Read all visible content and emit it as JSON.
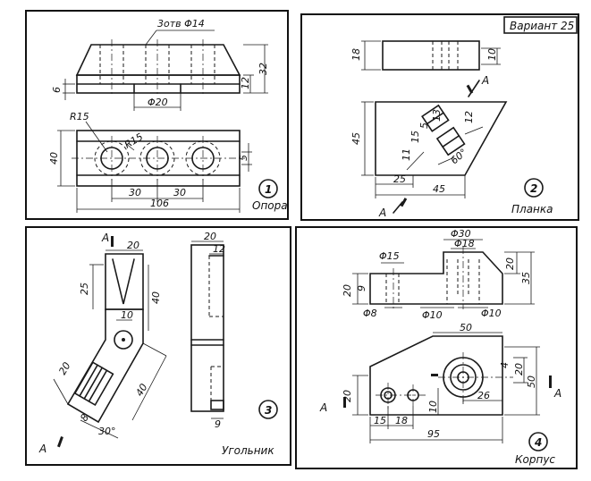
{
  "variant_label": "Вариант 25",
  "panels": [
    {
      "number": "1",
      "name": "Опора",
      "dims": {
        "holes_note": "3отв Φ14",
        "h32": "32",
        "h12": "12",
        "h6": "6",
        "d20": "Φ20",
        "r15a": "R15",
        "r15b": "R15",
        "w40": "40",
        "w5": "5",
        "d30a": "30",
        "d30b": "30",
        "len": "106"
      }
    },
    {
      "number": "2",
      "name": "Планка",
      "dims": {
        "h18": "18",
        "h10": "10",
        "h45": "45",
        "d13": "13",
        "d12": "12",
        "d5": "5",
        "d15": "15",
        "d11": "11",
        "angle": "60°",
        "w25": "25",
        "w45": "45",
        "section_top": "A",
        "section_bottom": "A"
      }
    },
    {
      "number": "3",
      "name": "Угольник",
      "dims": {
        "w20": "20",
        "h25": "25",
        "h40": "40",
        "d10": "10",
        "d20": "20",
        "d40": "40",
        "d8": "8",
        "angle": "30°",
        "side20": "20",
        "side12": "12",
        "side9": "9",
        "section_top": "A",
        "section_bottom": "A"
      }
    },
    {
      "number": "4",
      "name": "Корпус",
      "dims": {
        "d30": "Φ30",
        "d18": "Φ18",
        "d15": "Φ15",
        "h20a": "20",
        "h9": "9",
        "h20b": "20",
        "h35": "35",
        "d8": "Φ8",
        "d10a": "Φ10",
        "d10b": "Φ10",
        "w50": "50",
        "w4": "4",
        "h20c": "20",
        "h50": "50",
        "h20d": "20",
        "w26": "26",
        "w15": "15",
        "w18": "18",
        "h10": "10",
        "w95": "95",
        "section_left": "A",
        "section_right": "A"
      }
    }
  ]
}
